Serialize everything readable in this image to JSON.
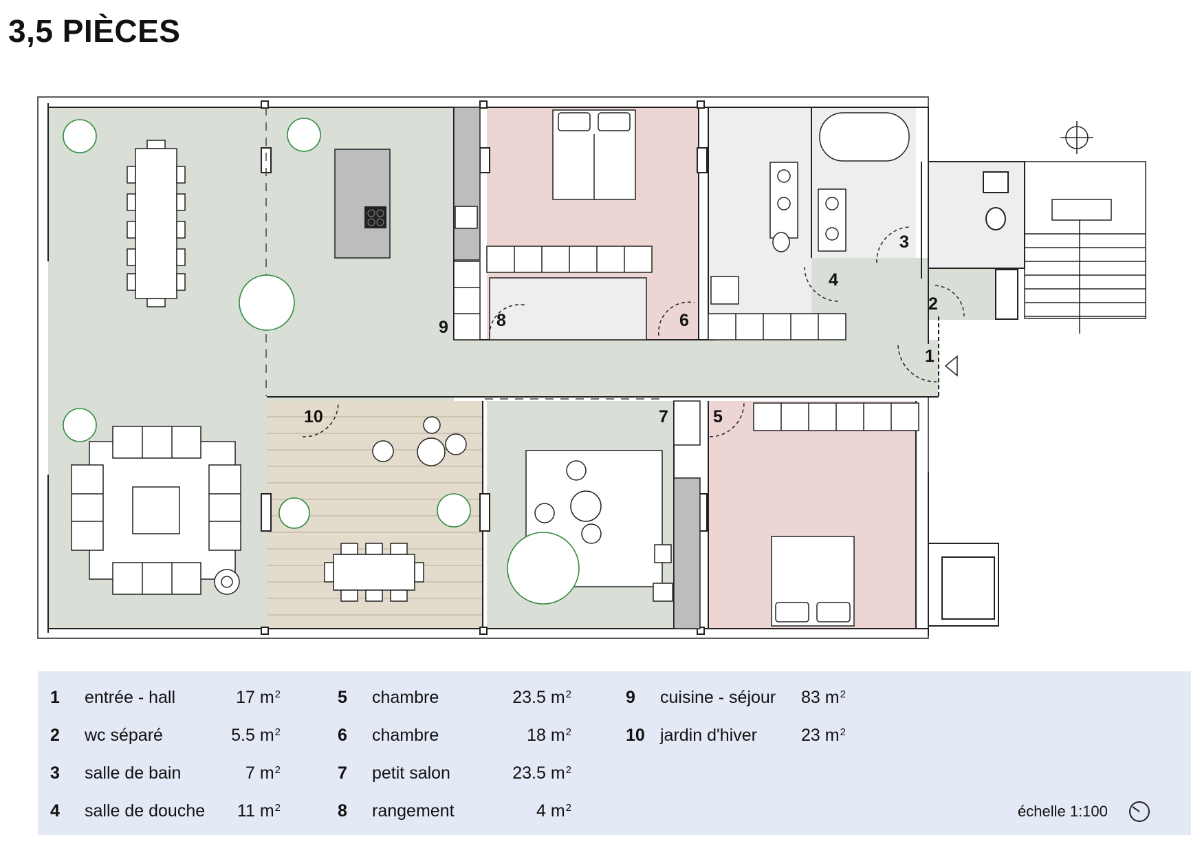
{
  "title": "3,5 PIÈCES",
  "rooms": [
    {
      "num": "1",
      "name": "entrée - hall",
      "area": "17",
      "unit": "m",
      "sup": "2"
    },
    {
      "num": "2",
      "name": "wc séparé",
      "area": "5.5",
      "unit": "m",
      "sup": "2"
    },
    {
      "num": "3",
      "name": "salle de bain",
      "area": "7",
      "unit": "m",
      "sup": "2"
    },
    {
      "num": "4",
      "name": "salle de douche",
      "area": "11",
      "unit": "m",
      "sup": "2"
    },
    {
      "num": "5",
      "name": "chambre",
      "area": "23.5",
      "unit": "m",
      "sup": "2"
    },
    {
      "num": "6",
      "name": "chambre",
      "area": "18",
      "unit": "m",
      "sup": "2"
    },
    {
      "num": "7",
      "name": "petit salon",
      "area": "23.5",
      "unit": "m",
      "sup": "2"
    },
    {
      "num": "8",
      "name": "rangement",
      "area": "4",
      "unit": "m",
      "sup": "2"
    },
    {
      "num": "9",
      "name": "cuisine - séjour",
      "area": "83",
      "unit": "m",
      "sup": "2"
    },
    {
      "num": "10",
      "name": "jardin d'hiver",
      "area": "23",
      "unit": "m",
      "sup": "2"
    }
  ],
  "scale_label": "échelle 1:100",
  "colors": {
    "living": "#d9dfd6",
    "bedroom": "#ecd5d2",
    "bath": "#eeeeee",
    "hall": "#ffffff",
    "winter_garden": "#e3dbcc",
    "legend_bg": "#e3e9f5",
    "wall": "#222222",
    "plant": "#2f8a3c"
  },
  "icons": [
    "north-arrow-icon",
    "entrance-arrow-icon"
  ]
}
